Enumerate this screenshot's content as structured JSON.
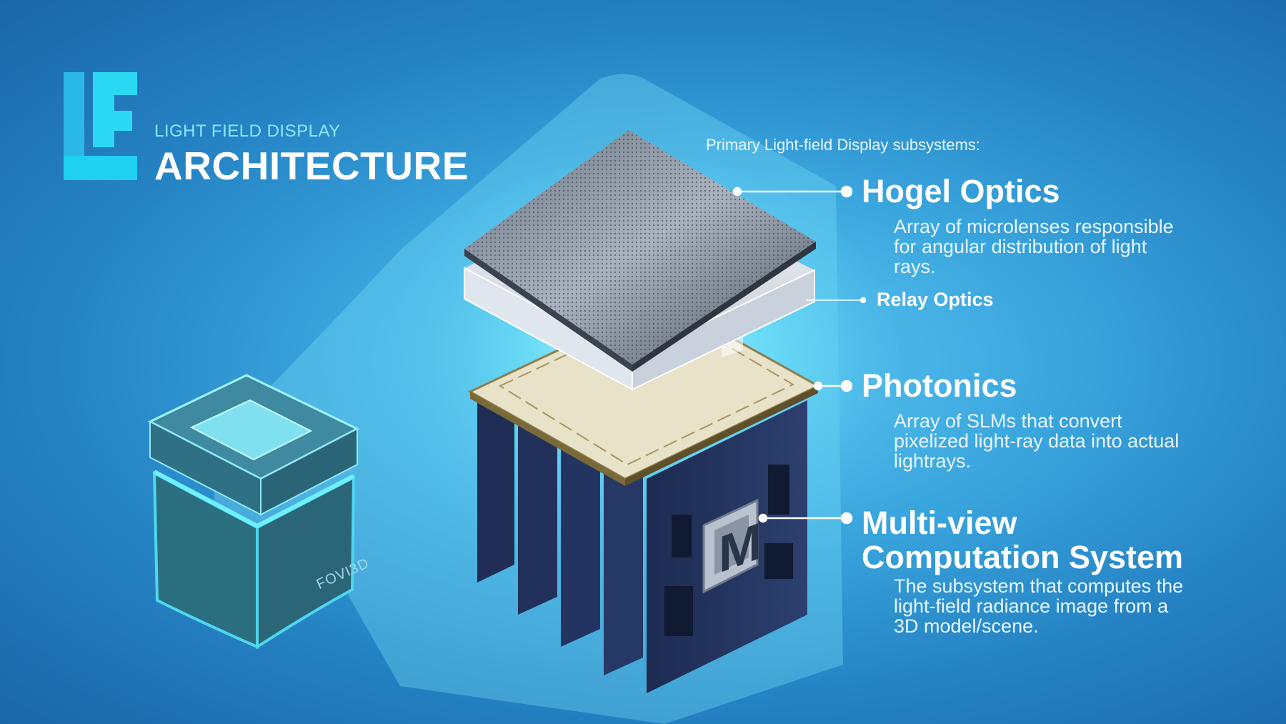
{
  "logo": {
    "subtitle": "LIGHT FIELD DISPLAY",
    "title": "ARCHITECTURE",
    "icon": "lf-logo-icon"
  },
  "intro": "Primary Light-field Display subsystems:",
  "components": {
    "hogel": {
      "title": "Hogel Optics",
      "desc": "Array of microlenses responsible for angular distribution of light rays."
    },
    "relay": {
      "title": "Relay Optics"
    },
    "photonics": {
      "title": "Photonics",
      "desc": "Array of SLMs that convert pixelized light-ray data into actual lightrays."
    },
    "computation": {
      "title_line1": "Multi-view",
      "title_line2": "Computation System",
      "desc": "The subsystem that computes the light-field radiance image from a 3D model/scene."
    }
  },
  "device": {
    "brand": "FOVI3D",
    "chip_letter": "M"
  },
  "colors": {
    "accent": "#2ee6f5",
    "background": "#2a8fd0",
    "glow": "#7ff0ff"
  }
}
